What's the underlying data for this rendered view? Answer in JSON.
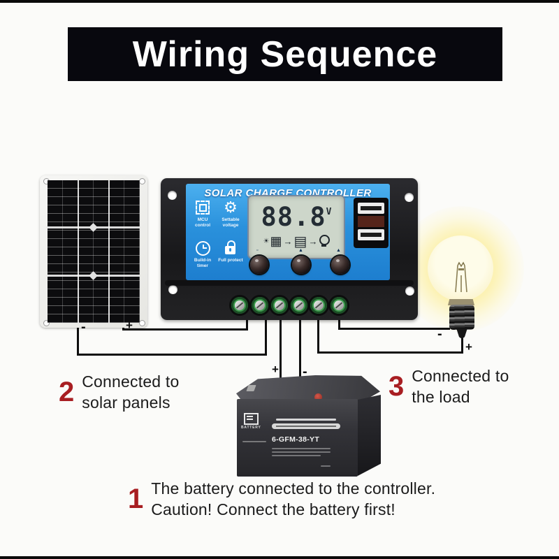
{
  "banner": {
    "title": "Wiring Sequence"
  },
  "controller": {
    "title": "SOLAR CHARGE CONTROLLER",
    "features": [
      {
        "id": "mcu-control",
        "label": "MCU control"
      },
      {
        "id": "settable-voltage",
        "label": "Settable voltage"
      },
      {
        "id": "build-in-timer",
        "label": "Build-in timer"
      },
      {
        "id": "full-protect",
        "label": "Full protect"
      }
    ],
    "lcd": {
      "value": "88.8",
      "unit": "V"
    },
    "glyphs": {
      "gear": "⚙",
      "sun": "☀",
      "panel": "▦",
      "battery": "▤",
      "arrow": "→"
    },
    "button_marks": [
      "▫",
      "▲",
      "▲"
    ]
  },
  "battery": {
    "brand": "BATTERY",
    "model": "6-GFM-38-YT"
  },
  "wire_labels": {
    "panel_minus": "-",
    "panel_plus": "+",
    "battery_plus": "+",
    "battery_minus": "-",
    "load_minus": "-",
    "load_plus": "+"
  },
  "annotations": [
    {
      "num": "1",
      "line1": "The battery connected to the controller.",
      "line2": "Caution! Connect the battery first!"
    },
    {
      "num": "2",
      "line1": "Connected to",
      "line2": "solar panels"
    },
    {
      "num": "3",
      "line1": "Connected to",
      "line2": "the load"
    }
  ],
  "colors": {
    "annotation_number": "#a81e22",
    "controller_blue": "#2a91dc",
    "lcd_bg": "#cdd6ca",
    "terminal_green": "#3c9c4c",
    "glow_yellow": "#f8e97e",
    "wire": "#0f0f0f"
  }
}
